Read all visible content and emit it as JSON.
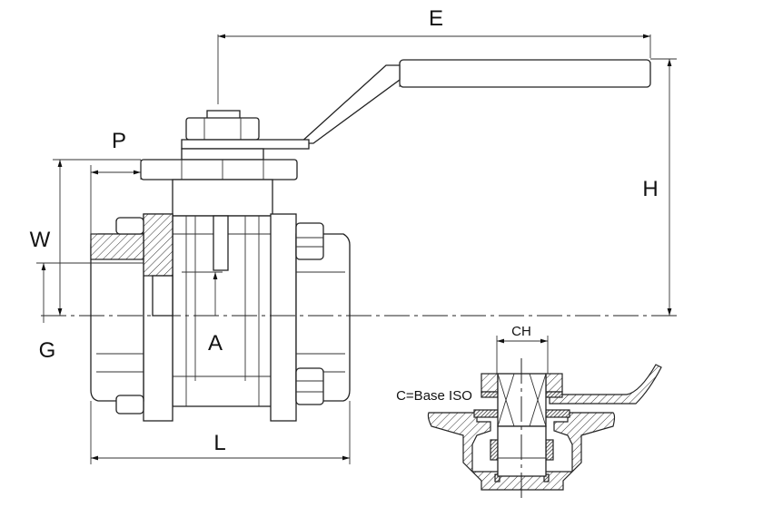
{
  "diagram": {
    "dimension_labels": {
      "E": "E",
      "P": "P",
      "H": "H",
      "W": "W",
      "G": "G",
      "A": "A",
      "L": "L"
    },
    "detail": {
      "CH": "CH",
      "base_note": "C=Base ISO"
    }
  }
}
